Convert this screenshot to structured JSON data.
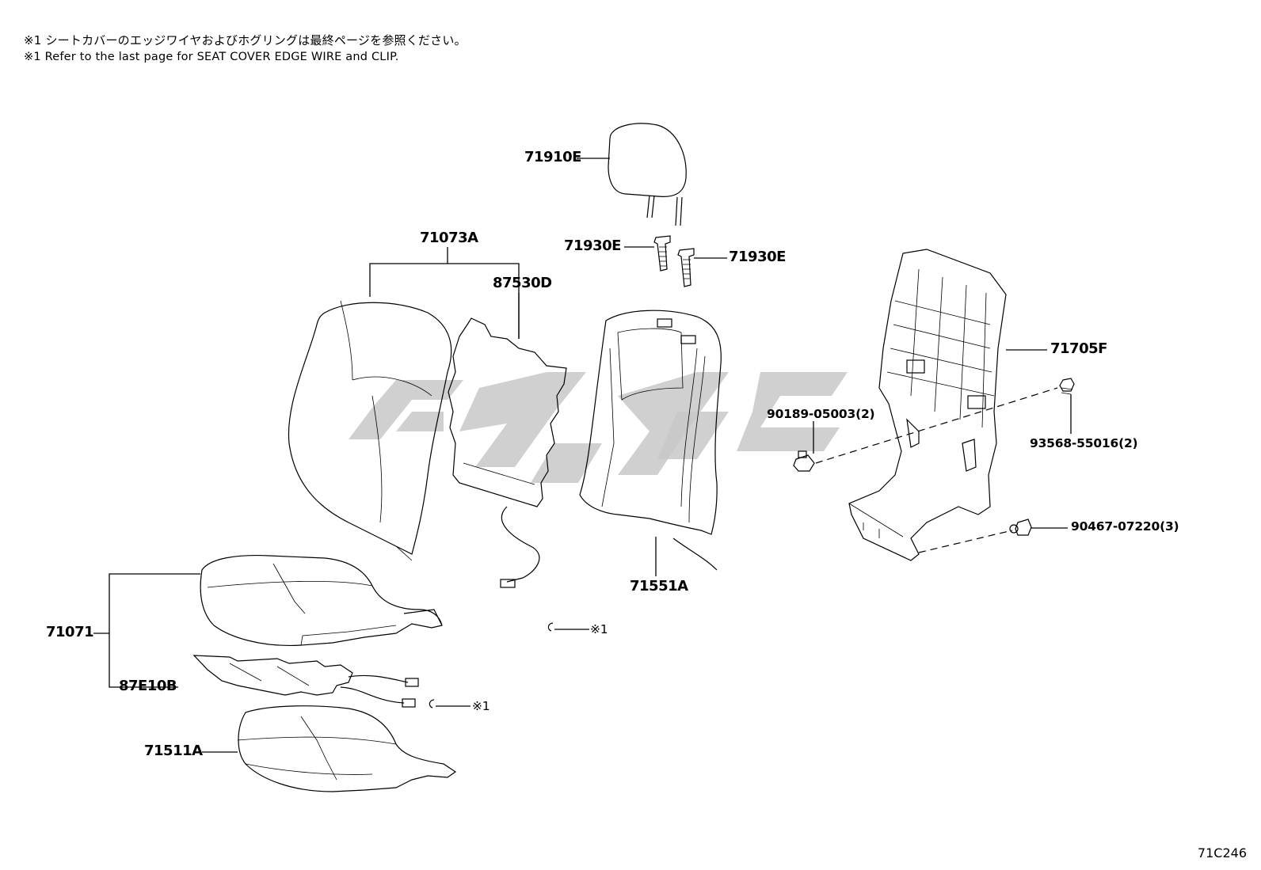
{
  "notes": {
    "jp": "※1 シートカバーのエッジワイヤおよびホグリングは最終ページを参照ください。",
    "en": "※1 Refer to the last page for SEAT COVER EDGE WIRE and CLIP."
  },
  "parts": {
    "headrest": "71910E",
    "support_left": "71930E",
    "support_right": "71930E",
    "back_cover": "71073A",
    "back_heater": "87530D",
    "back_pad": "71551A",
    "back_board": "71705F",
    "clip_left": "90189-05003(2)",
    "screw_right": "93568-55016(2)",
    "clip_lower": "90467-07220(3)",
    "cushion_assy": "71071",
    "cushion_heater": "87E10B",
    "cushion_pad": "71511A",
    "ref_mark_1": "※1",
    "ref_mark_2": "※1"
  },
  "diagram_code": "71C246"
}
